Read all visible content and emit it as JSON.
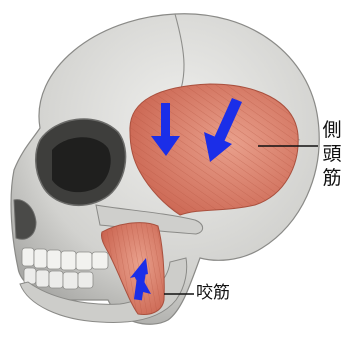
{
  "labels": {
    "temporalis": [
      "側",
      "頭",
      "筋"
    ],
    "masseter": "咬筋"
  },
  "colors": {
    "bone": "#d8d8d6",
    "muscle": "#d9826f",
    "arrow": "#1b2ee8",
    "leader_line": "#111111"
  }
}
